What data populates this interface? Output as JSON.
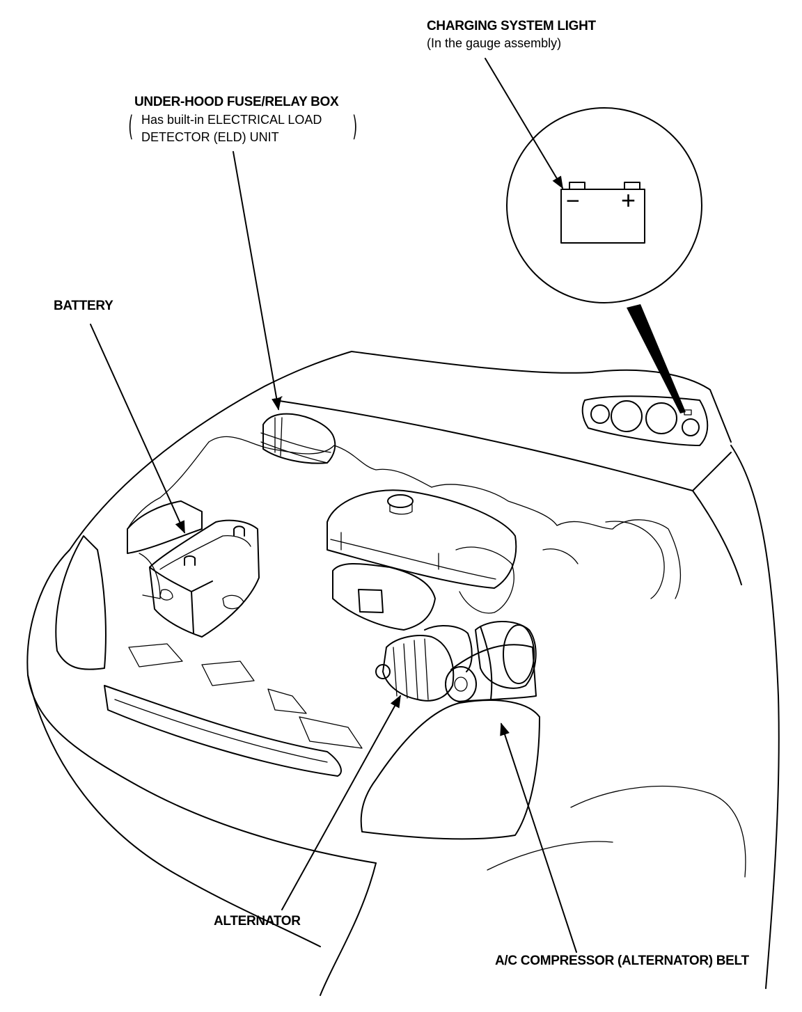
{
  "labels": {
    "charging_light_title": "CHARGING SYSTEM LIGHT",
    "charging_light_note": "(In the gauge assembly)",
    "fuse_box_title": "UNDER-HOOD FUSE/RELAY BOX",
    "fuse_box_note_line1": "Has built-in ELECTRICAL LOAD",
    "fuse_box_note_line2": "DETECTOR (ELD) UNIT",
    "battery": "BATTERY",
    "alternator": "ALTERNATOR",
    "belt": "A/C COMPRESSOR (ALTERNATOR) BELT"
  },
  "battery_symbol": {
    "minus": "−",
    "plus": "+"
  }
}
